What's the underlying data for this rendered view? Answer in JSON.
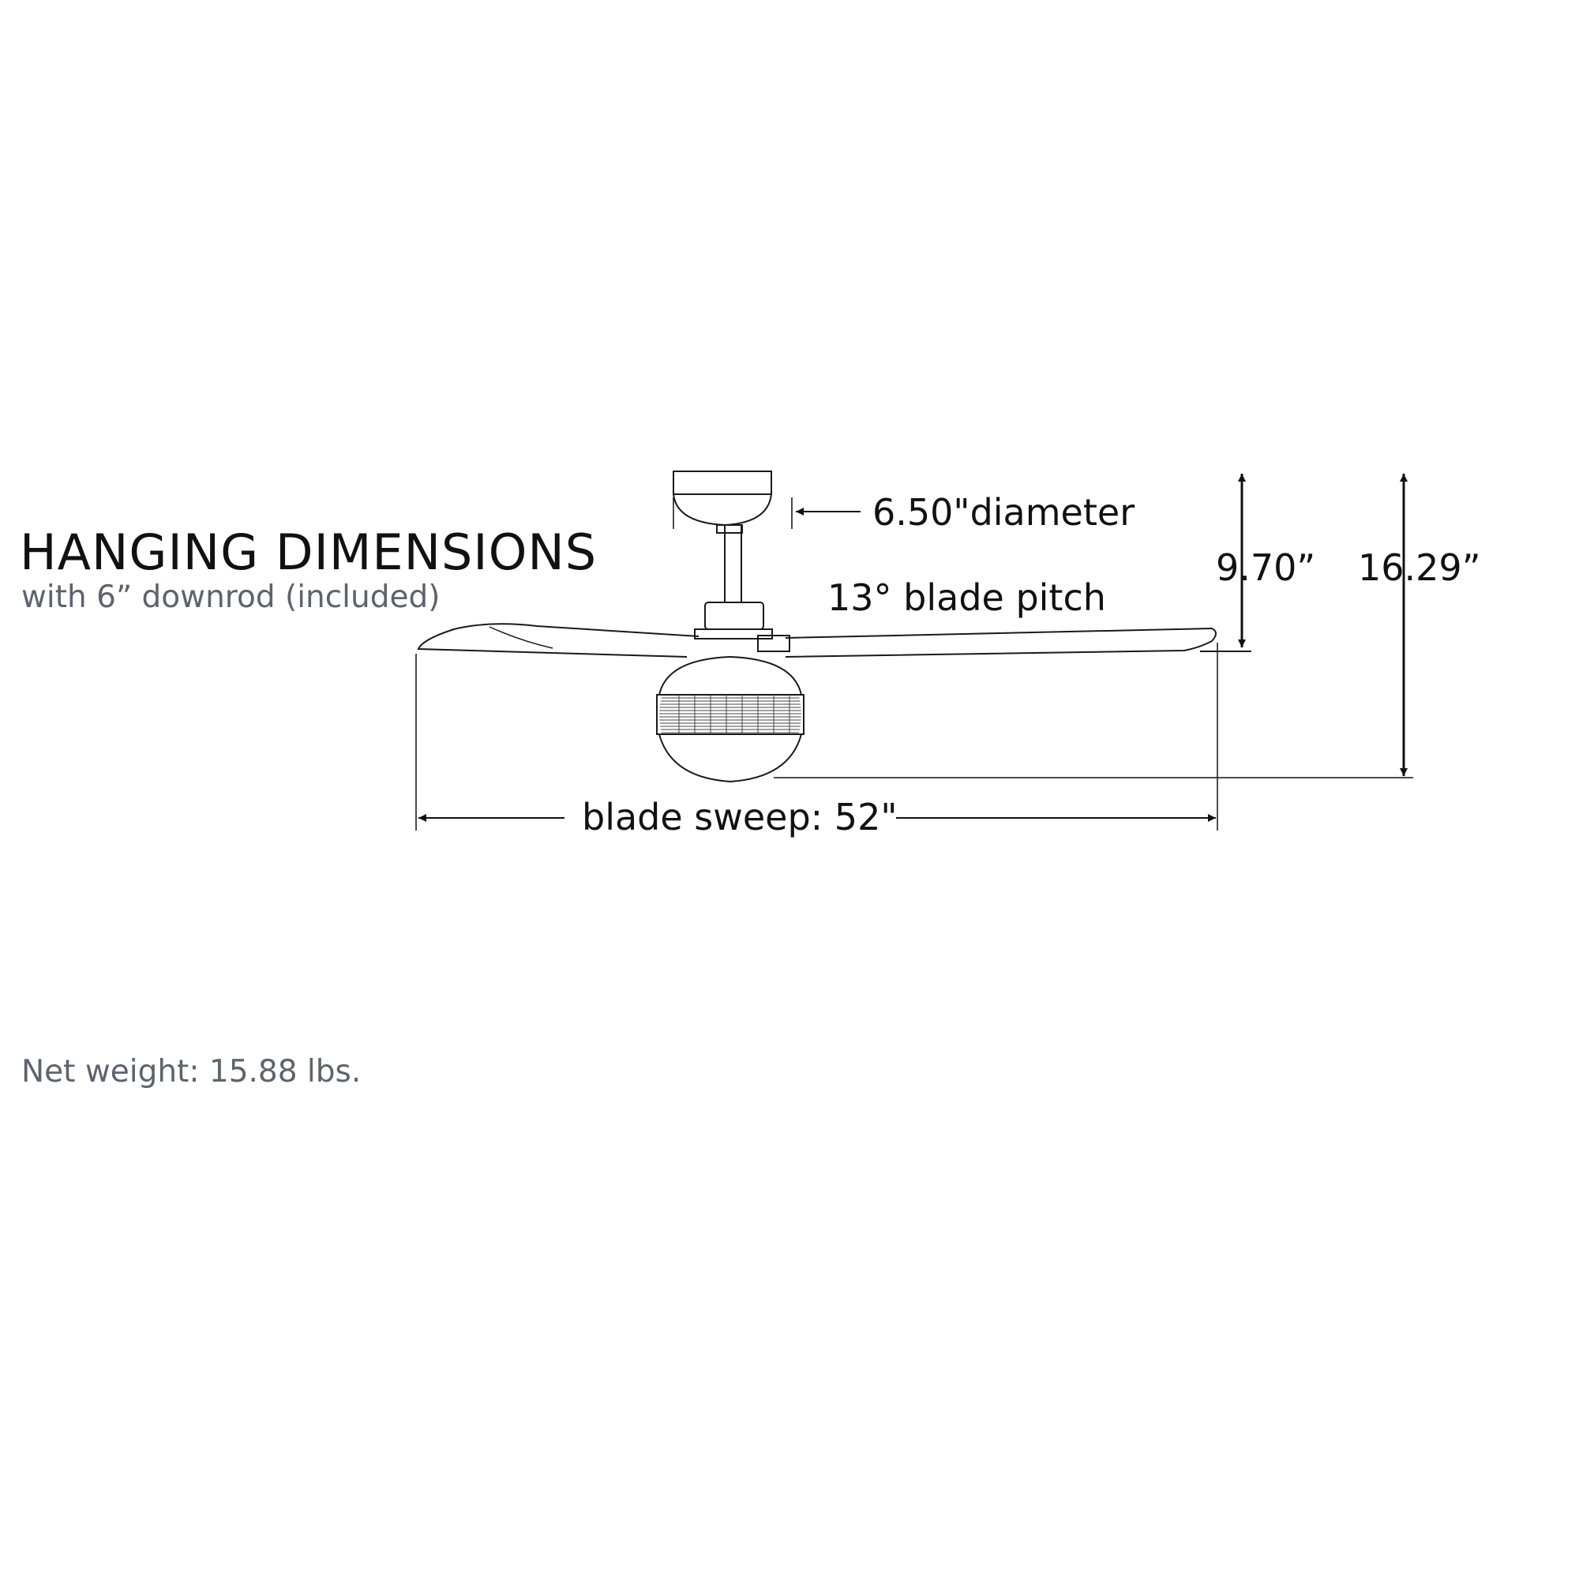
{
  "title": "HANGING DIMENSIONS",
  "subtitle": "with 6” downrod (included)",
  "net_weight": "Net weight: 15.88 lbs.",
  "dimensions": {
    "canopy_diameter": "6.50\"diameter",
    "blade_pitch": "13° blade pitch",
    "ceiling_to_blade": "9.70”",
    "overall_height": "16.29”",
    "blade_sweep": "blade sweep: 52\""
  },
  "colors": {
    "line": "#1a1a1a",
    "text": "#111111",
    "muted": "#5c646c"
  }
}
